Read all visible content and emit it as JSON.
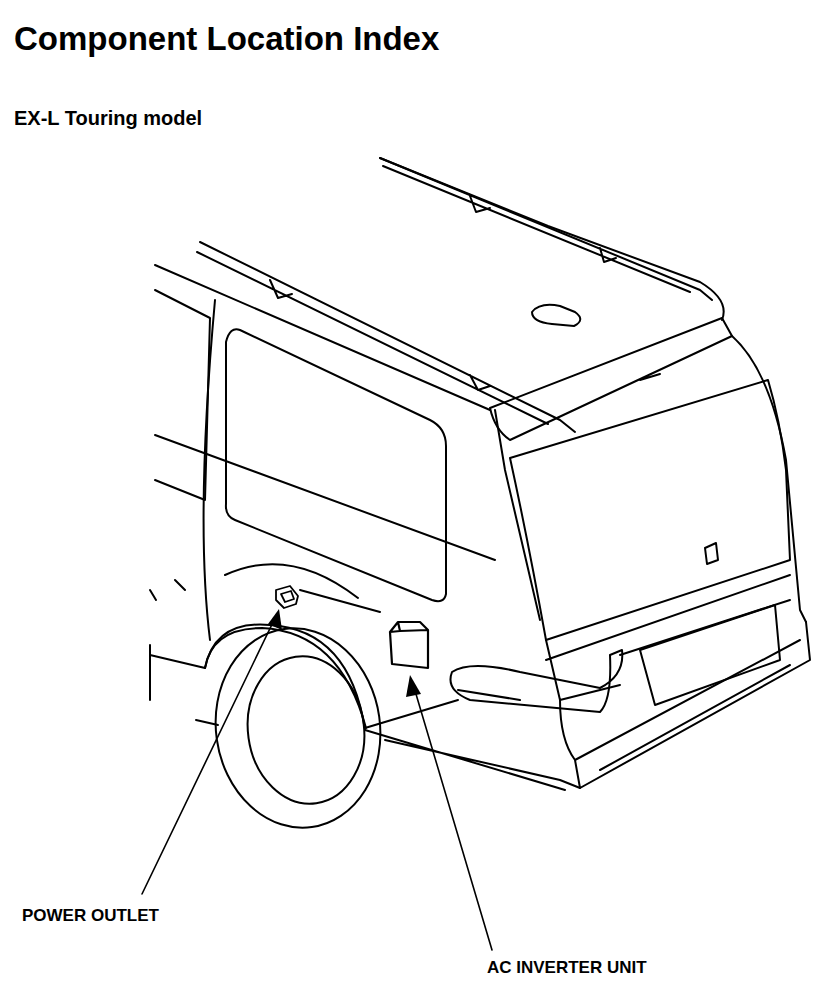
{
  "diagram": {
    "title": "Component Location Index",
    "labels": [
      "EX-L Touring model",
      "POWER OUTLET",
      "AC INVERTER UNIT"
    ]
  }
}
